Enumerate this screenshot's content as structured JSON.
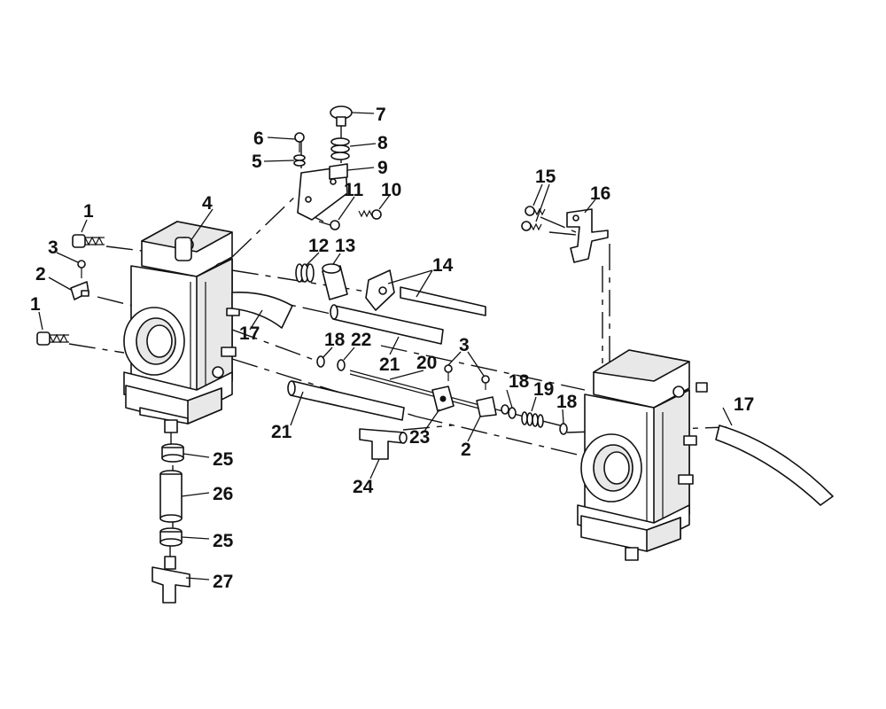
{
  "callouts": {
    "c1a": "1",
    "c1b": "1",
    "c2a": "2",
    "c2b": "2",
    "c3a": "3",
    "c3b": "3",
    "c4": "4",
    "c5": "5",
    "c6": "6",
    "c7": "7",
    "c8": "8",
    "c9": "9",
    "c10": "10",
    "c11": "11",
    "c12": "12",
    "c13": "13",
    "c14": "14",
    "c15": "15",
    "c16": "16",
    "c17a": "17",
    "c17b": "17",
    "c18a": "18",
    "c18b": "18",
    "c18c": "18",
    "c19": "19",
    "c20": "20",
    "c21a": "21",
    "c21b": "21",
    "c22": "22",
    "c23": "23",
    "c24": "24",
    "c25a": "25",
    "c25b": "25",
    "c26": "26",
    "c27": "27"
  }
}
